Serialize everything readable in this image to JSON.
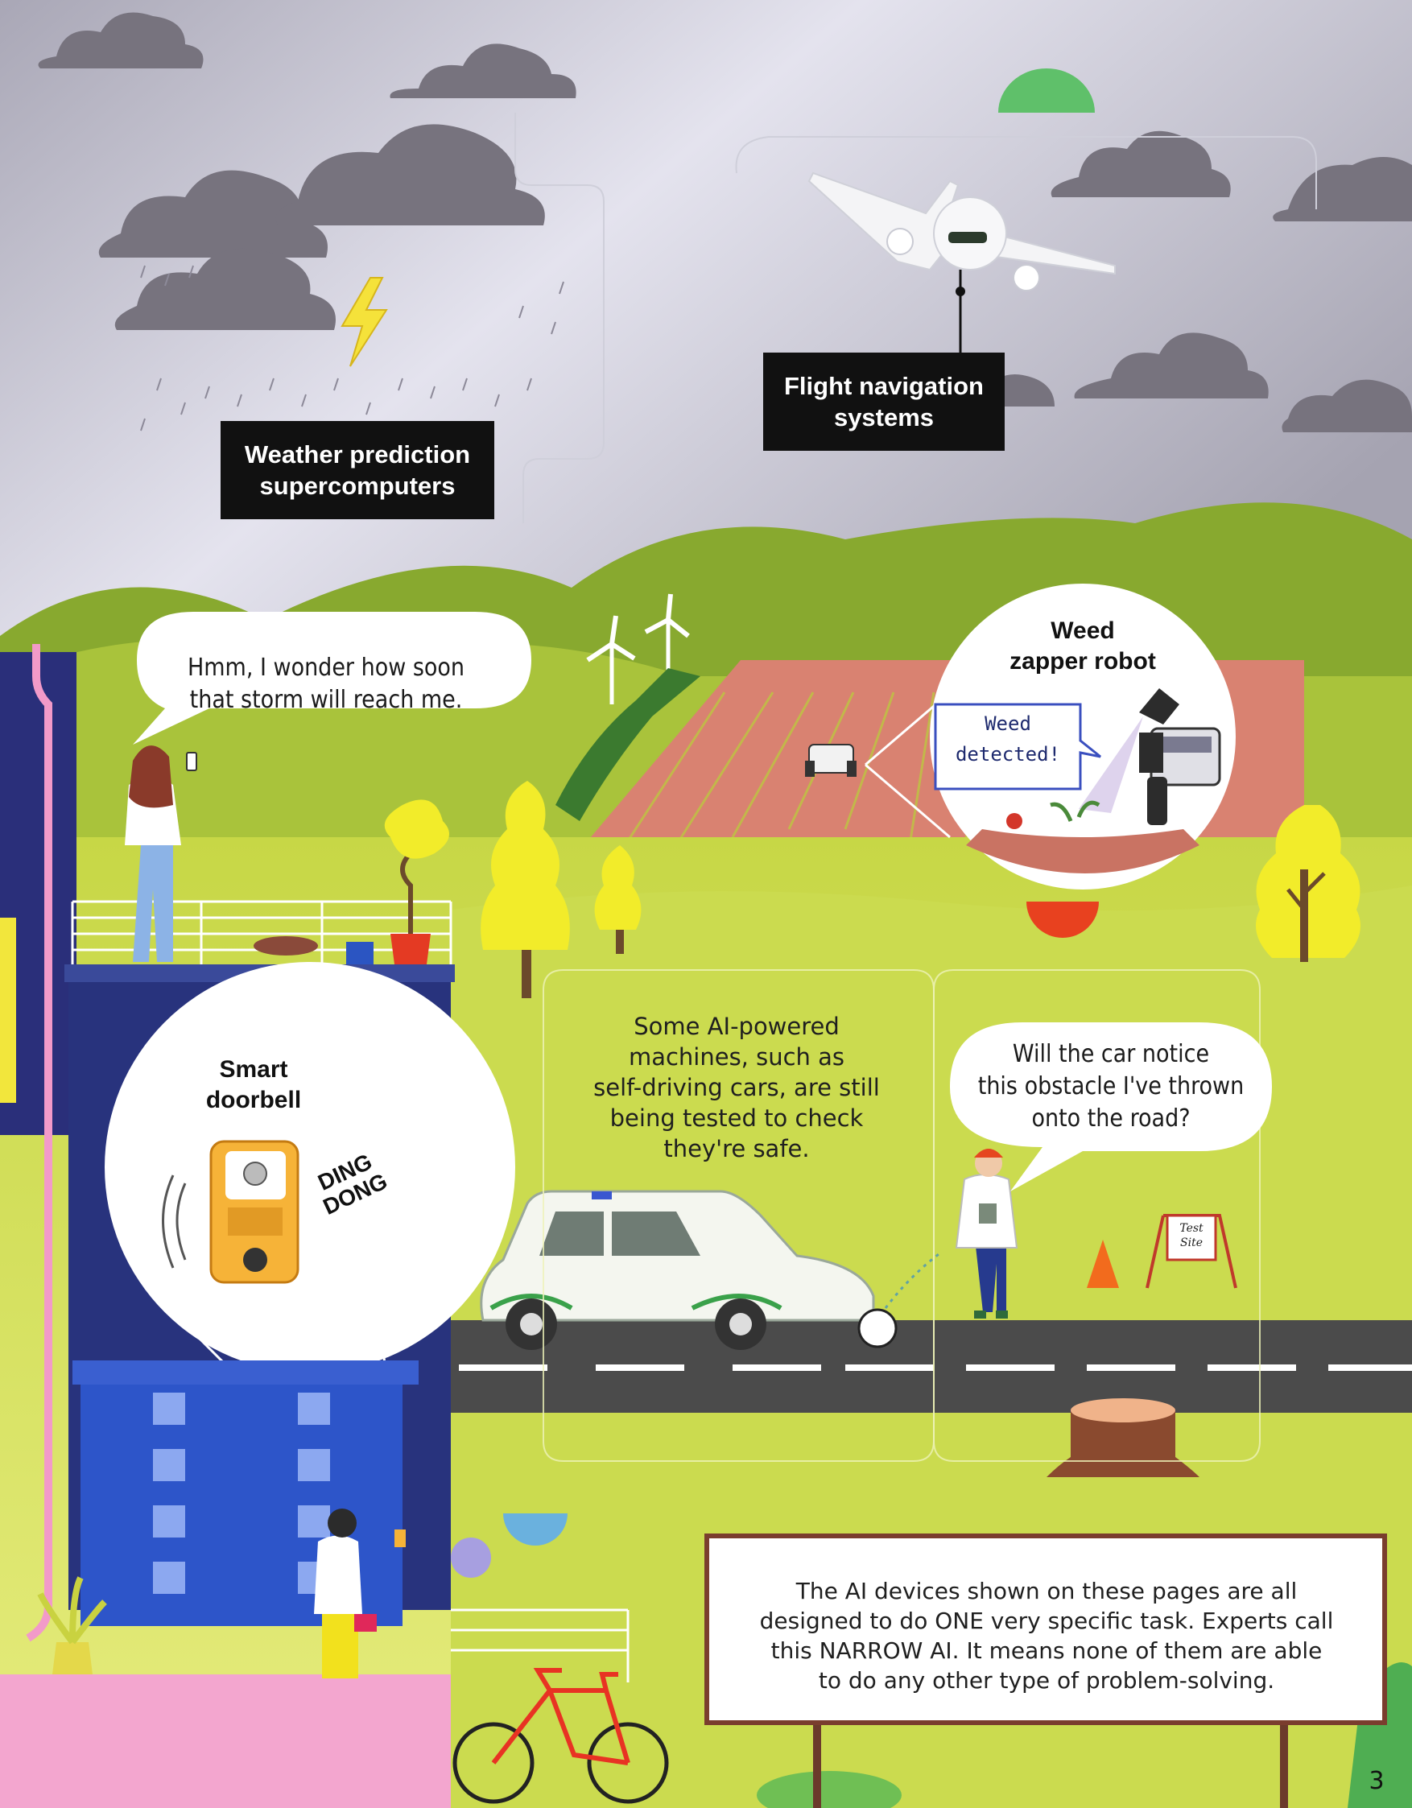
{
  "labels": {
    "weather": [
      "Weather prediction",
      "supercomputers"
    ],
    "flight": [
      "Flight navigation",
      "systems"
    ]
  },
  "speech": {
    "woman_storm": [
      "Hmm, I wonder how soon",
      "that storm will reach me."
    ],
    "scientist": [
      "Will the car notice",
      "this obstacle I've thrown",
      "onto the road?"
    ]
  },
  "weed_robot": {
    "title": [
      "Weed",
      "zapper robot"
    ],
    "screen_message": [
      "Weed",
      "detected!"
    ]
  },
  "doorbell": {
    "title": [
      "Smart",
      "doorbell"
    ],
    "sound": [
      "DING",
      "DONG"
    ]
  },
  "info_text": [
    "Some AI-powered",
    "machines, such as",
    "self-driving cars, are still",
    "being tested to check",
    "they're safe."
  ],
  "test_sign": [
    "Test",
    "Site"
  ],
  "narrow_ai_box": [
    "The AI devices shown on these pages are all",
    "designed to do ONE very specific task. Experts call",
    "this NARROW AI. It means none of them are able",
    "to do any other type of problem-solving."
  ],
  "page_number": "3",
  "colors": {
    "sky": "#b7b5c4",
    "cloud": "#6f6b76",
    "hill_green": "#a8c23a",
    "field_pink": "#d87c6e",
    "ground_yellow": "#d9e463",
    "building_navy": "#1f2a7a",
    "road": "#4a4a4a",
    "label_black": "#111111"
  }
}
